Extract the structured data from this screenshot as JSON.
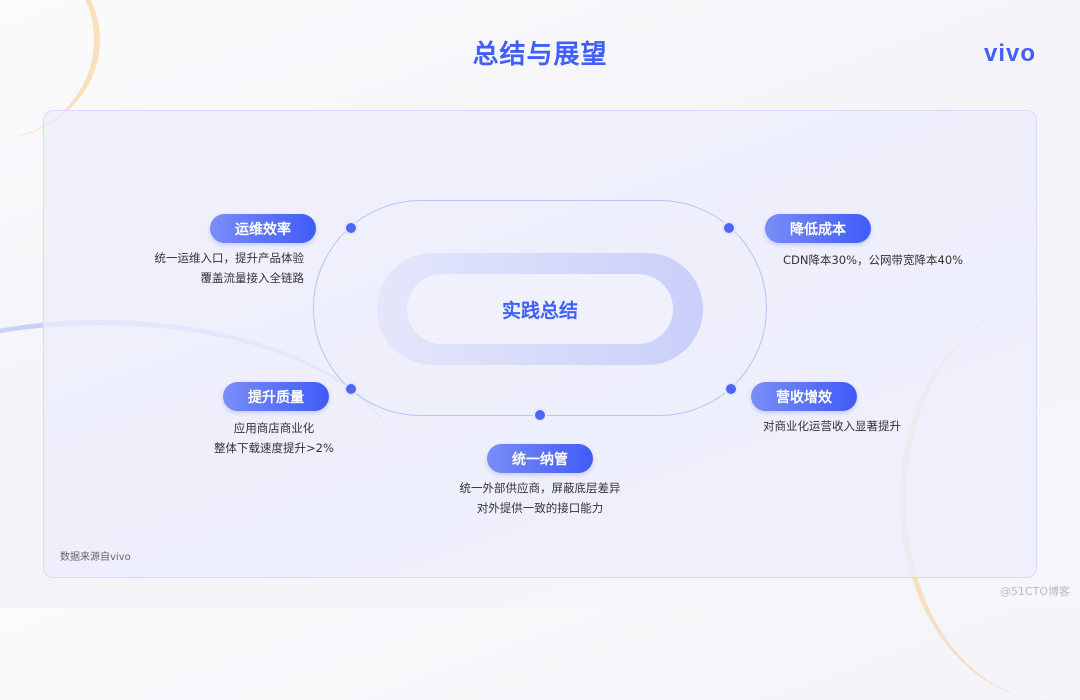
{
  "header": {
    "title": "总结与展望",
    "logo": "vivo"
  },
  "center": {
    "label": "实践总结"
  },
  "items": [
    {
      "tag": "运维效率",
      "lines": [
        "统一运维入口，提升产品体验",
        "覆盖流量接入全链路"
      ]
    },
    {
      "tag": "降低成本",
      "lines": [
        "CDN降本30%，公网带宽降本40%"
      ]
    },
    {
      "tag": "提升质量",
      "lines": [
        "应用商店商业化",
        "整体下载速度提升>2%"
      ]
    },
    {
      "tag": "营收增效",
      "lines": [
        "对商业化运营收入显著提升"
      ]
    },
    {
      "tag": "统一纳管",
      "lines": [
        "统一外部供应商，屏蔽底层差异",
        "对外提供一致的接口能力"
      ]
    }
  ],
  "footer": {
    "source": "数据来源自vivo",
    "watermark": "@51CTO博客"
  },
  "colors": {
    "accent": "#415fff"
  }
}
